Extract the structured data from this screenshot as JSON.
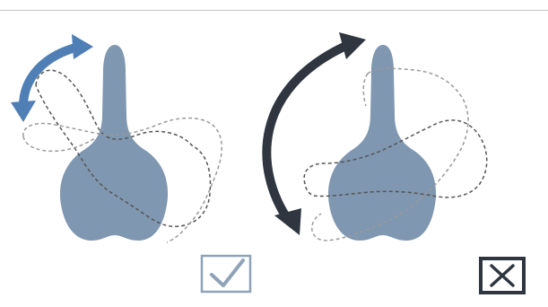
{
  "colors": {
    "saddle": "#7f97b0",
    "correct_arrow": "#4f7fb5",
    "wrong_arrow": "#2f3640",
    "outline_dark": "#555555",
    "outline_light": "#9a9a9a",
    "check_box": "#8fa3b8",
    "cross_box": "#2f3640",
    "rule": "#c4c4c4"
  },
  "panels": [
    {
      "name": "correct",
      "rotation": "small",
      "mark": "check-mark"
    },
    {
      "name": "incorrect",
      "rotation": "large",
      "mark": "cross-mark"
    }
  ],
  "icons": {
    "correct_mark": "✓",
    "incorrect_mark": "✕"
  }
}
